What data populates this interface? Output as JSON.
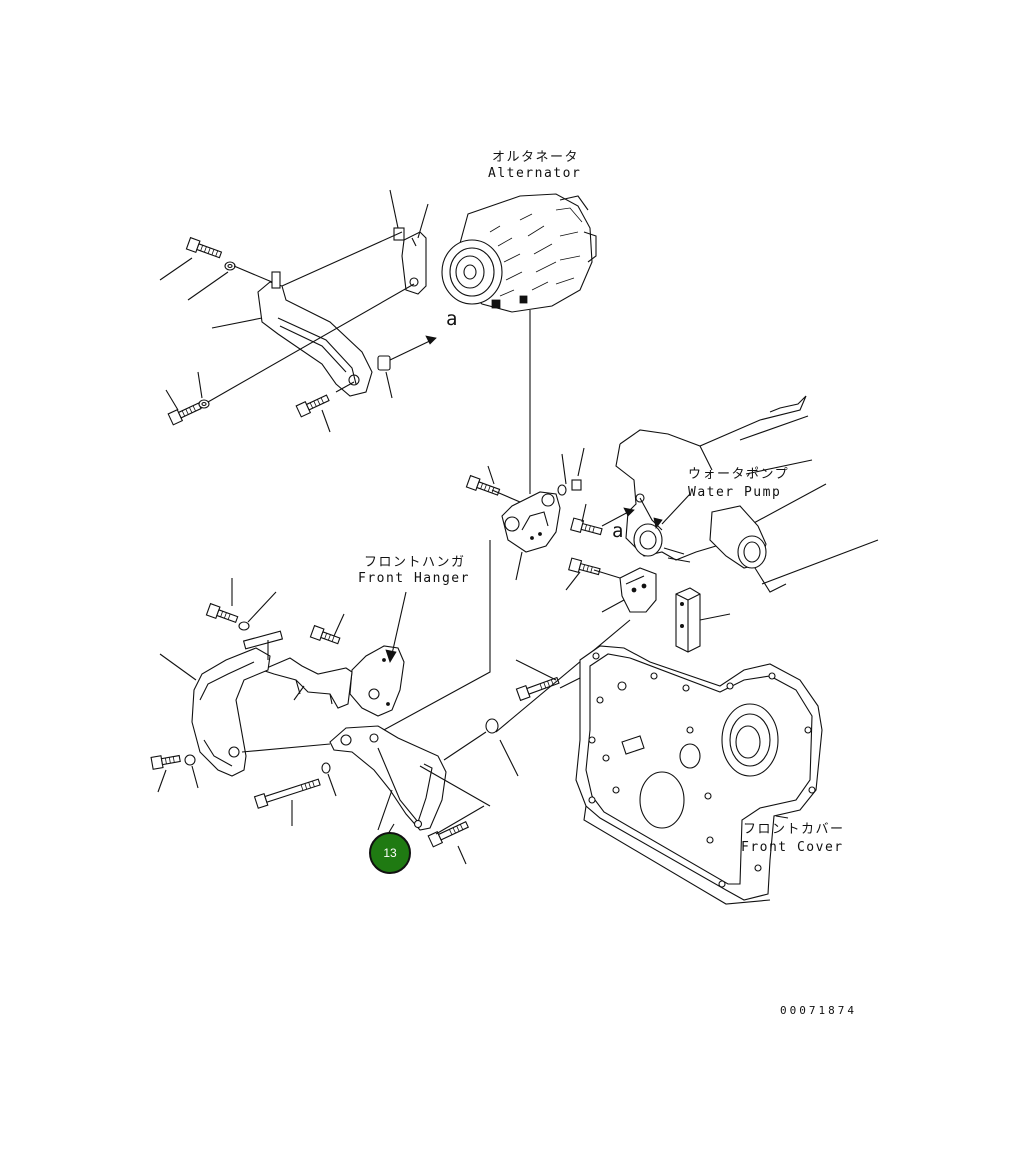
{
  "labels": {
    "alternator_jp": "オルタネータ",
    "alternator_en": "Alternator",
    "water_pump_jp": "ウォータポンプ",
    "water_pump_en": "Water Pump",
    "front_hanger_jp": "フロントハンガ",
    "front_hanger_en": "Front Hanger",
    "front_cover_jp": "フロントカバー",
    "front_cover_en": "Front Cover",
    "ref_a_top": "a",
    "ref_a_pump": "a"
  },
  "callout": {
    "number": "13",
    "color": "#1f7a12"
  },
  "drawing_number": "00071874"
}
